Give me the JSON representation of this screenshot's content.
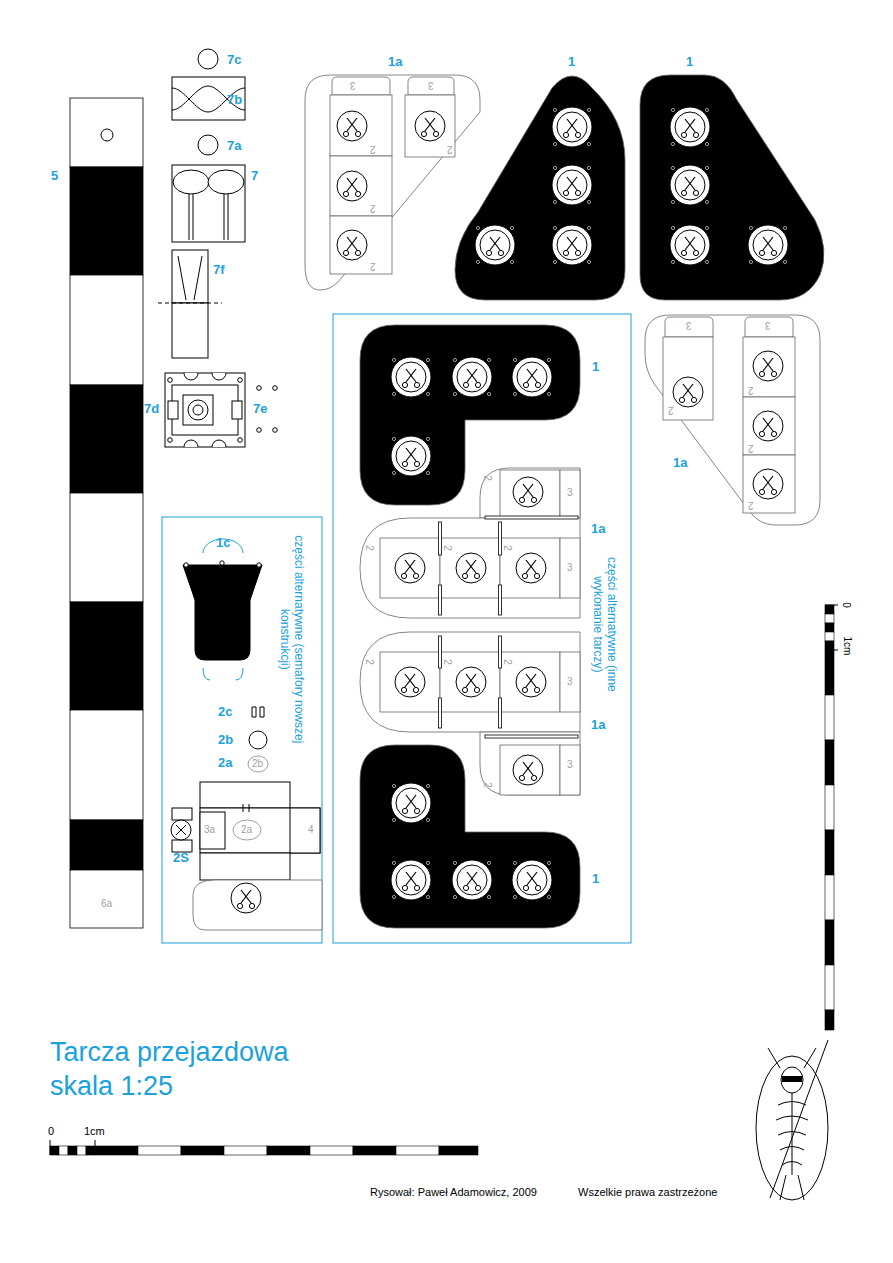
{
  "diagram": {
    "title": "Tarcza przejazdowa skala 1:25",
    "nodes": [
      {
        "text": [
          "części alternatywne (semafory nowszej konstrukcji)"
        ]
      },
      {
        "text": [
          "części alternatywne (inne wykonanie tarczy)"
        ]
      }
    ],
    "labels": [
      "1a",
      "1",
      "1",
      "7c",
      "7b",
      "7a",
      "7",
      "5",
      "7f",
      "7d",
      "7e",
      "1c",
      "2c",
      "2b",
      "2a",
      "2S",
      "1",
      "1a",
      "1a",
      "1a",
      "1",
      "0",
      "1cm",
      "0",
      "1cm",
      "Rysował: Paweł Adamowicz, 2009",
      "Wszelkie prawa zastrzeżone",
      "3",
      "3",
      "2",
      "2",
      "2",
      "2",
      "3",
      "3",
      "2",
      "2",
      "2",
      "2",
      "2",
      "3",
      "2",
      "2",
      "2",
      "3",
      "2",
      "2",
      "2",
      "3",
      "2",
      "3",
      "6a",
      "3a",
      "2a",
      "4",
      "2b"
    ]
  }
}
